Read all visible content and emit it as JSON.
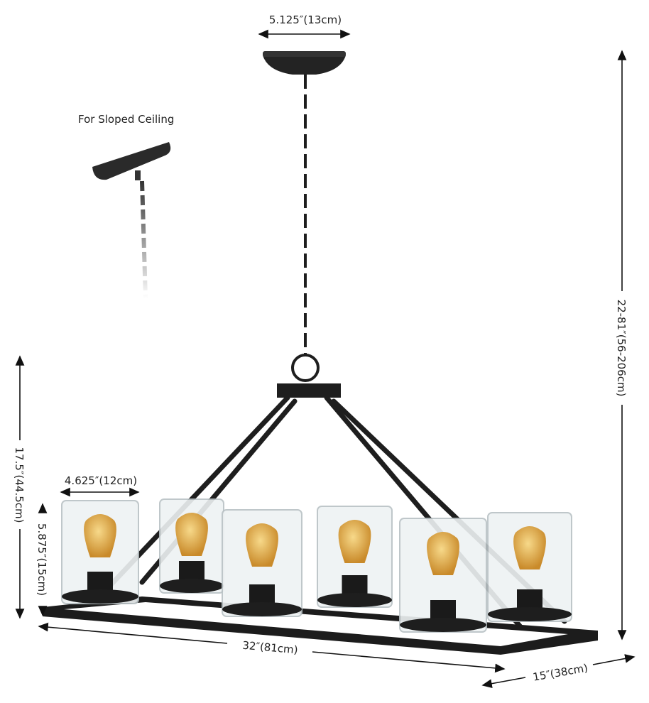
{
  "labels": {
    "canopy_width": "5.125″(13cm)",
    "sloped_ceiling": "For Sloped Ceiling",
    "overall_height": "22-81″(56-206cm)",
    "fixture_height": "17.5″(44.5cm)",
    "shade_width": "4.625″(12cm)",
    "shade_height": "5.875″(15cm)",
    "length": "32″(81cm)",
    "depth": "15″(38cm)"
  },
  "colors": {
    "metal": "#1e1e1e",
    "glass": "#eef2f3",
    "bulb": "#e0a23c",
    "text": "#222222"
  }
}
